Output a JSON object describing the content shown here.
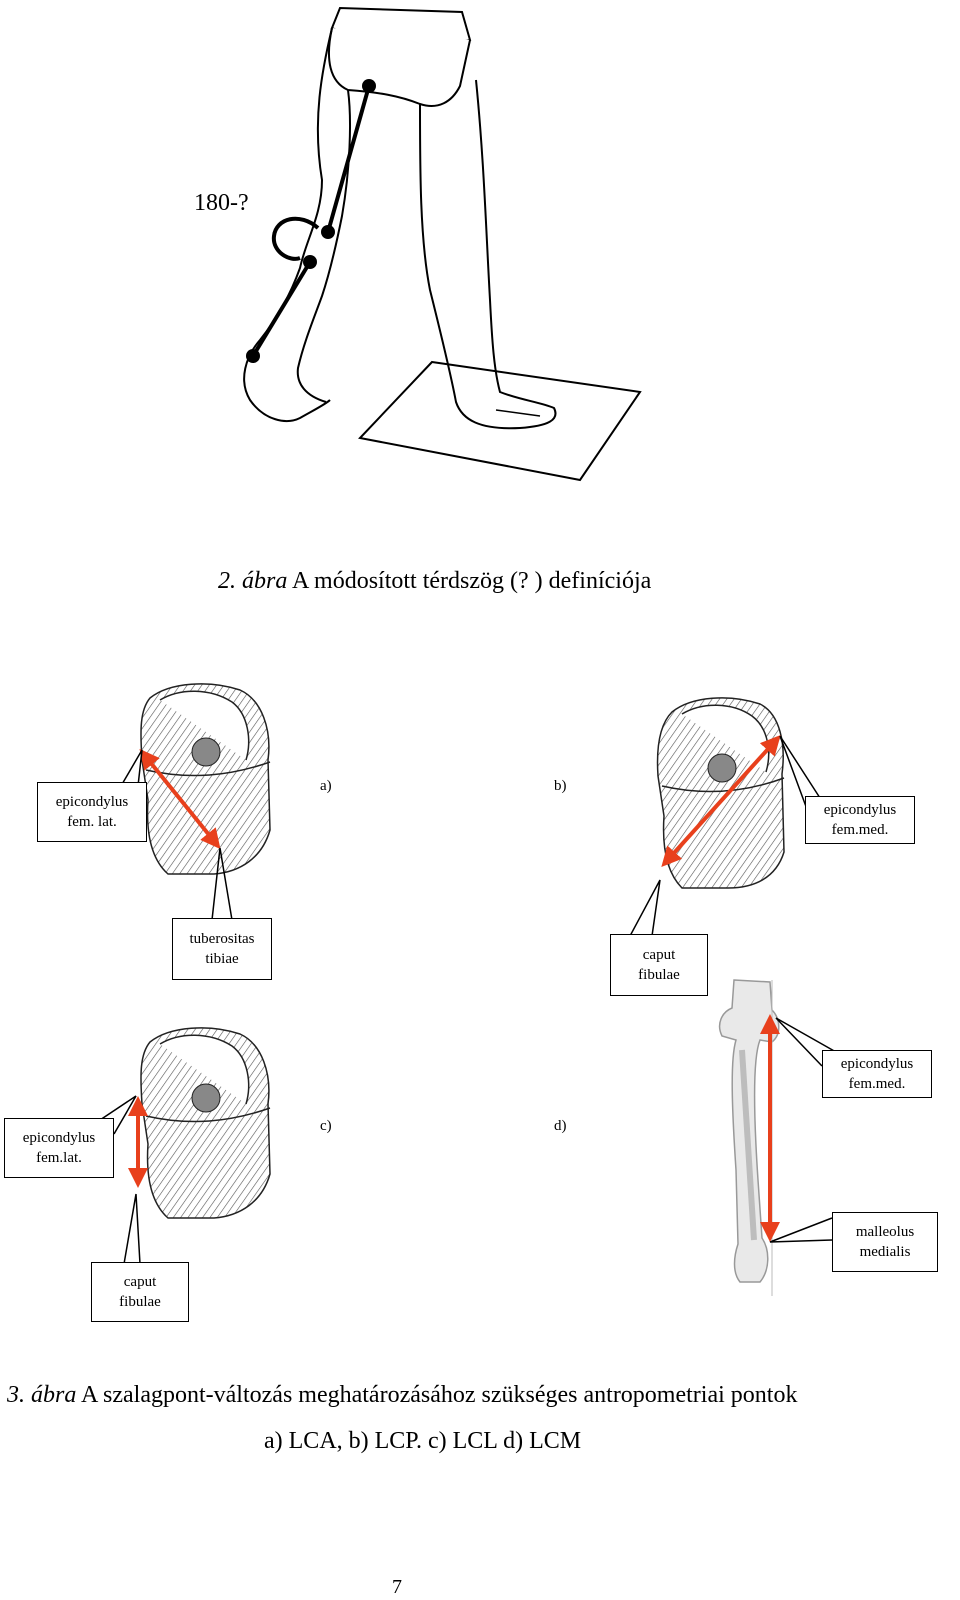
{
  "figure2": {
    "angle_label": "180-?",
    "caption_italic": "2. ábra",
    "caption_text": " A módosított térdszög (? ) definíciója"
  },
  "figure3": {
    "panel_labels": [
      "a)",
      "b)",
      "c)",
      "d)"
    ],
    "a": {
      "box_top": [
        "epicondylus",
        "fem. lat."
      ],
      "box_bottom": [
        "tuberositas",
        "tibiae"
      ]
    },
    "b": {
      "box_top": [
        "epicondylus",
        "fem.med."
      ],
      "box_bottom": [
        "caput",
        "fibulae"
      ]
    },
    "c": {
      "box_top": [
        "epicondylus",
        "fem.lat."
      ],
      "box_bottom": [
        "caput",
        "fibulae"
      ]
    },
    "d": {
      "box_top": [
        "epicondylus",
        "fem.med."
      ],
      "box_bottom": [
        "malleolus",
        "medialis"
      ]
    },
    "caption_italic": "3. ábra",
    "caption_text": " A szalagpont-változás meghatározásához szükséges antropometriai pontok",
    "caption_line2": "a) LCA, b) LCP. c) LCL d) LCM"
  },
  "page_number": "7",
  "colors": {
    "arrow": "#e8401c",
    "line": "#000000"
  }
}
